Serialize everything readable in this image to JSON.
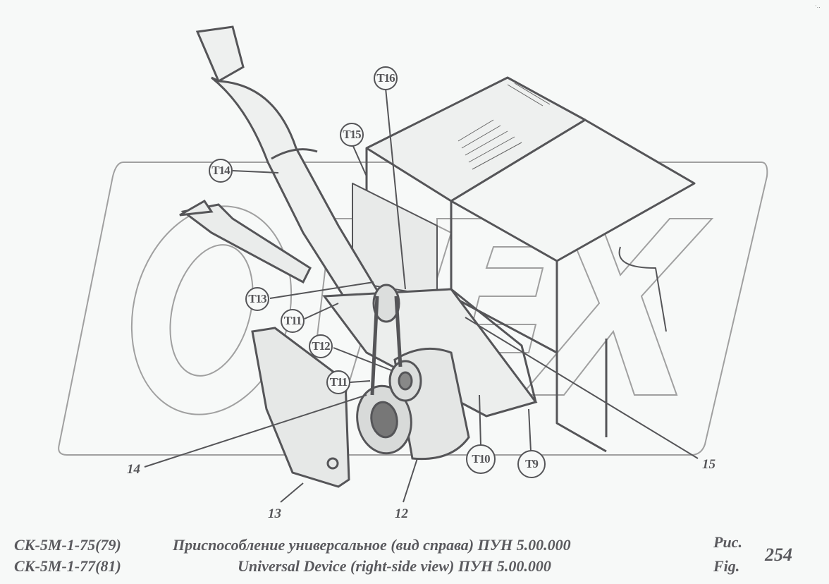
{
  "figure": {
    "number": "254",
    "label_ru": "Рис.",
    "label_en": "Fig.",
    "corner_mark": "·‥"
  },
  "caption": {
    "model_line1": "СК-5М-1-75(79)",
    "model_line2": "СК-5М-1-77(81)",
    "title_ru": "Приспособление универсальное  (вид справа) ПУН  5.00.000",
    "title_en": "Universal Device  (right-side view)  ПУН  5.00.000"
  },
  "watermark": {
    "text": "OPEX",
    "color": "#9a9a9a"
  },
  "callouts": [
    {
      "id": "T16",
      "label": "T16"
    },
    {
      "id": "T15",
      "label": "T15"
    },
    {
      "id": "T14",
      "label": "T14"
    },
    {
      "id": "T13",
      "label": "T13"
    },
    {
      "id": "T11a",
      "label": "T11"
    },
    {
      "id": "T12",
      "label": "T12"
    },
    {
      "id": "T11b",
      "label": "T11"
    },
    {
      "id": "T10",
      "label": "T10"
    },
    {
      "id": "T9",
      "label": "T9"
    }
  ],
  "part_refs": [
    {
      "id": "12",
      "label": "12"
    },
    {
      "id": "13",
      "label": "13"
    },
    {
      "id": "14",
      "label": "14"
    },
    {
      "id": "15",
      "label": "15"
    }
  ],
  "colors": {
    "ink": "#555558",
    "background": "#f7f9f8",
    "watermark": "#9a9a9a"
  }
}
